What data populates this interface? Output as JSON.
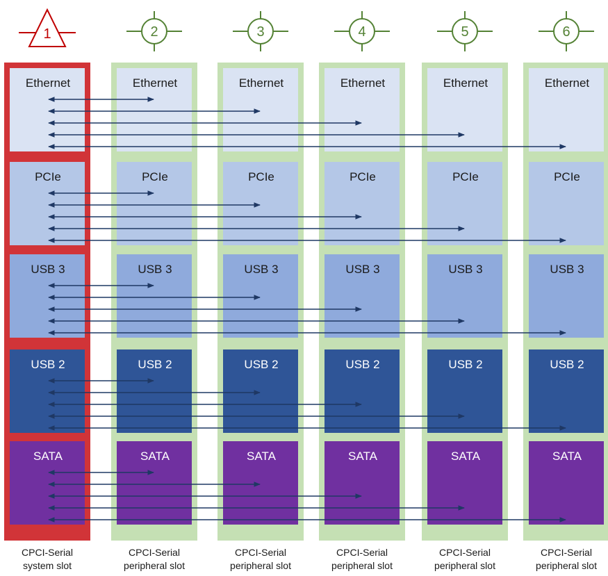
{
  "slots": [
    {
      "number": "1",
      "marker": "triangle",
      "caption": [
        "CPCI-Serial",
        "system slot"
      ]
    },
    {
      "number": "2",
      "marker": "circle",
      "caption": [
        "CPCI-Serial",
        "peripheral slot"
      ]
    },
    {
      "number": "3",
      "marker": "circle",
      "caption": [
        "CPCI-Serial",
        "peripheral slot"
      ]
    },
    {
      "number": "4",
      "marker": "circle",
      "caption": [
        "CPCI-Serial",
        "peripheral slot"
      ]
    },
    {
      "number": "5",
      "marker": "circle",
      "caption": [
        "CPCI-Serial",
        "peripheral slot"
      ]
    },
    {
      "number": "6",
      "marker": "circle",
      "caption": [
        "CPCI-Serial",
        "peripheral slot"
      ]
    }
  ],
  "interfaces": [
    {
      "label": "Ethernet",
      "color": "#dae3f3",
      "text_color": "#1a1a1a"
    },
    {
      "label": "PCIe",
      "color": "#b4c7e7",
      "text_color": "#1a1a1a"
    },
    {
      "label": "USB 3",
      "color": "#8faadc",
      "text_color": "#1a1a1a"
    },
    {
      "label": "USB 2",
      "color": "#2f5597",
      "text_color": "#ffffff"
    },
    {
      "label": "SATA",
      "color": "#7030a0",
      "text_color": "#ffffff"
    }
  ],
  "colors": {
    "system_slot": "#d13438",
    "peripheral_slot": "#c5e0b4",
    "slot_marker": "#548235",
    "system_marker": "#c00000",
    "arrow": "#1f3864"
  }
}
